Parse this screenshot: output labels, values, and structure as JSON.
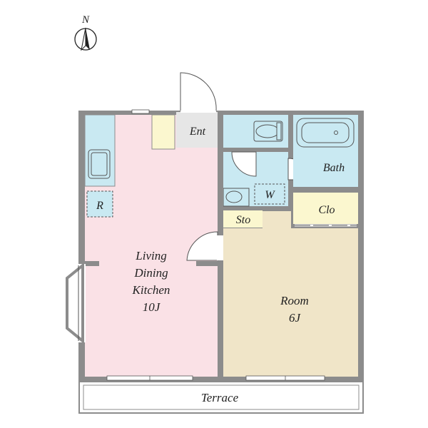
{
  "compass": {
    "label": "N",
    "icon": "north-arrow-icon"
  },
  "rooms": {
    "living": {
      "line1": "Living",
      "line2": "Dining",
      "line3": "Kitchen",
      "size": "10J"
    },
    "room": {
      "name": "Room",
      "size": "6J"
    },
    "entrance": {
      "name": "Ent"
    },
    "bath": {
      "name": "Bath"
    },
    "closet": {
      "name": "Clo"
    },
    "storage": {
      "name": "Sto"
    },
    "washer": {
      "name": "W"
    },
    "fridge": {
      "name": "R"
    },
    "terrace": {
      "name": "Terrace"
    }
  },
  "colors": {
    "wall": "#8c8c8c",
    "living": "#fae1e6",
    "room": "#f0e5c8",
    "wet_area": "#c9e9f2",
    "closet": "#fbf7cf",
    "entrance": "#e6e6e6",
    "terrace": "#ffffff"
  }
}
